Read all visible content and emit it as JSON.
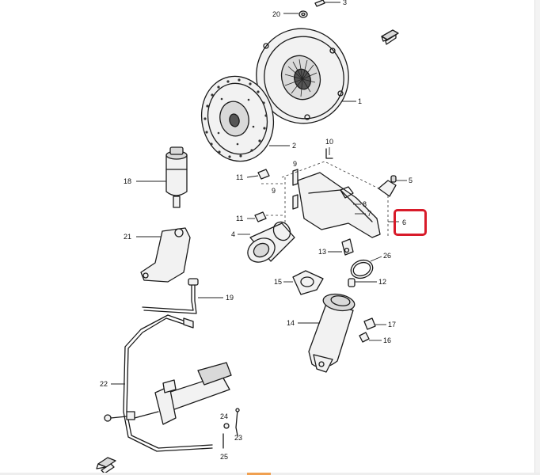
{
  "diagram": {
    "callouts": {
      "c1": "1",
      "c2": "2",
      "c3": "3",
      "c4": "4",
      "c5": "5",
      "c6": "6",
      "c7": "7",
      "c8": "8",
      "c9": "9",
      "c10": "10",
      "c11a": "11",
      "c11b": "11",
      "c12": "12",
      "c13": "13",
      "c14": "14",
      "c15": "15",
      "c16": "16",
      "c17": "17",
      "c18": "18",
      "c19": "19",
      "c20": "20",
      "c21": "21",
      "c22": "22",
      "c23": "23",
      "c24": "24",
      "c25": "25",
      "c26": "26"
    },
    "highlighted_callout": "6",
    "highlight_color": "#d81b2a",
    "orientation_icon": "front-arrow-icon"
  }
}
